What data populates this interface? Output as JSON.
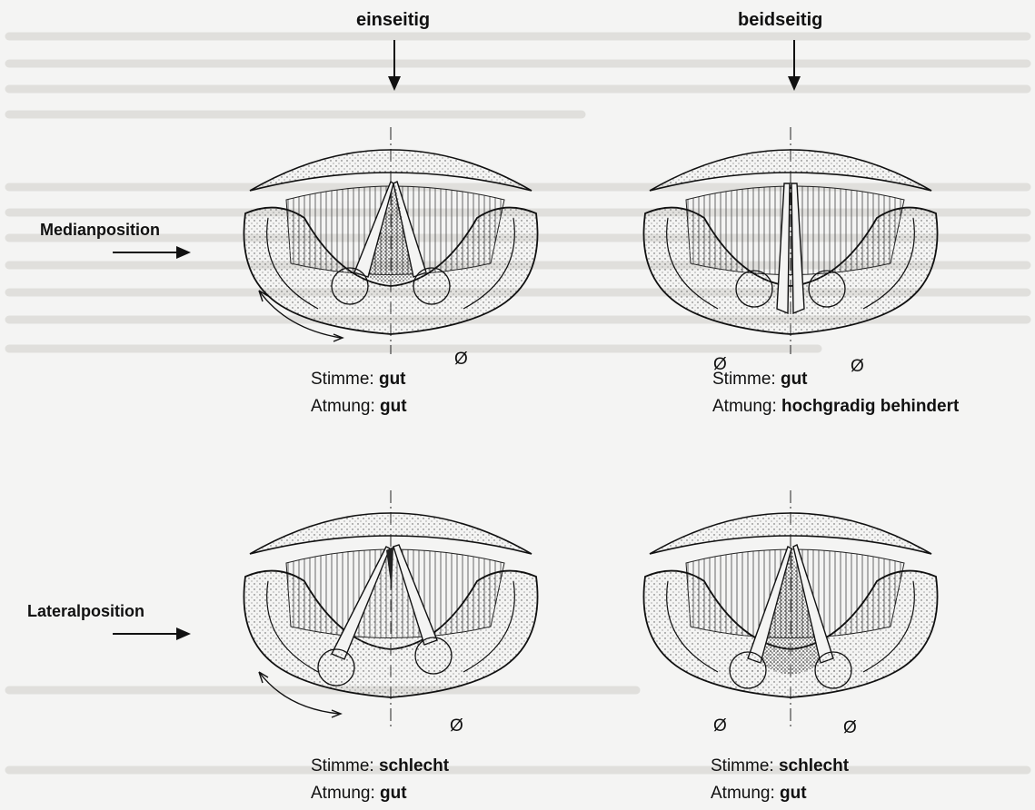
{
  "columns": {
    "left": "einseitig",
    "right": "beidseitig"
  },
  "rows": {
    "top": "Medianposition",
    "bottom": "Lateralposition"
  },
  "panels": {
    "median_unilateral": {
      "voice_label": "Stimme:",
      "voice_value": "gut",
      "breath_label": "Atmung:",
      "breath_value": "gut"
    },
    "median_bilateral": {
      "voice_label": "Stimme:",
      "voice_value": "gut",
      "breath_label": "Atmung:",
      "breath_value": "hochgradig behindert"
    },
    "lateral_unilateral": {
      "voice_label": "Stimme:",
      "voice_value": "schlecht",
      "breath_label": "Atmung:",
      "breath_value": "gut"
    },
    "lateral_bilateral": {
      "voice_label": "Stimme:",
      "voice_value": "schlecht",
      "breath_label": "Atmung:",
      "breath_value": "gut"
    }
  },
  "paralysis_symbol": "Ø",
  "colors": {
    "ink": "#1a1a1a",
    "paper": "#f4f4f3",
    "stipple": "#6a6a6a"
  }
}
